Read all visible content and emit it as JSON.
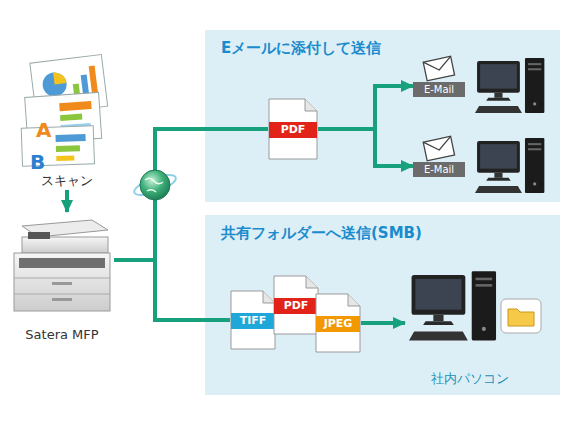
{
  "diagram": {
    "nodes": [
      {
        "text": [
          "スキャン"
        ]
      },
      {
        "text": [
          "Satera MFP"
        ]
      },
      {
        "text": [
          "Eメールに添付して送信"
        ]
      },
      {
        "text": [
          "PDF"
        ],
        "in": 2
      },
      {
        "text": [
          "E-Mail"
        ],
        "in": 2
      },
      {
        "text": [
          "E-Mail"
        ],
        "in": 2
      },
      {
        "text": [
          "共有フォルダーへ送信(SMB)"
        ]
      },
      {
        "text": [
          "TIFF"
        ],
        "in": 6
      },
      {
        "text": [
          "PDF"
        ],
        "in": 6
      },
      {
        "text": [
          "JPEG"
        ],
        "in": 6
      },
      {
        "text": [
          "社内パソコン"
        ],
        "in": 6
      }
    ],
    "edges": [
      {
        "from": 0,
        "to": 1,
        "arrow": "to"
      },
      {
        "from": 1,
        "to": 3,
        "arrow": "none"
      },
      {
        "from": 3,
        "to": 4,
        "arrow": "to"
      },
      {
        "from": 3,
        "to": 5,
        "arrow": "to"
      },
      {
        "from": 1,
        "to": 7,
        "arrow": "none"
      },
      {
        "from": 9,
        "to": 10,
        "arrow": "to"
      }
    ],
    "labels": [
      "A",
      "B"
    ]
  }
}
